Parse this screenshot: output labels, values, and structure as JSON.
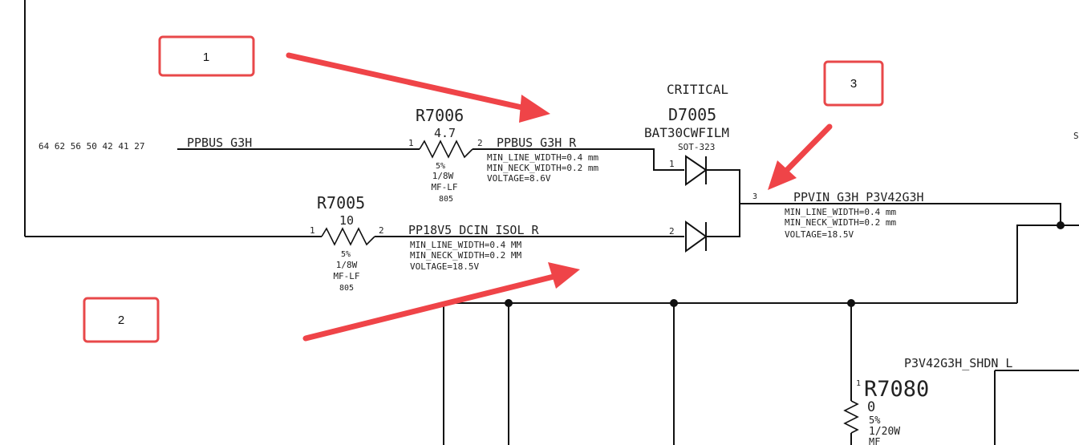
{
  "net_left": {
    "pins": "64 62 56 50 42 41 27",
    "name": "PPBUS_G3H"
  },
  "r7006": {
    "ref": "R7006",
    "value": "4.7",
    "pin1": "1",
    "pin2": "2",
    "tol": "5%",
    "power": "1/8W",
    "type": "MF-LF",
    "pkg": "805"
  },
  "net_ppbus_r": {
    "name": "PPBUS_G3H_R",
    "line1": "MIN_LINE_WIDTH=0.4 mm",
    "line2": "MIN_NECK_WIDTH=0.2 mm",
    "line3": "VOLTAGE=8.6V"
  },
  "d7005": {
    "critical": "CRITICAL",
    "ref": "D7005",
    "part": "BAT30CWFILM",
    "pkg": "SOT-323",
    "pin1": "1",
    "pin2": "2",
    "pin3": "3"
  },
  "net_ppvin": {
    "name": "PPVIN_G3H_P3V42G3H",
    "line1": "MIN_LINE_WIDTH=0.4 mm",
    "line2": "MIN_NECK_WIDTH=0.2 mm",
    "line3": "VOLTAGE=18.5V"
  },
  "r7005": {
    "ref": "R7005",
    "value": "10",
    "pin1": "1",
    "pin2": "2",
    "tol": "5%",
    "power": "1/8W",
    "type": "MF-LF",
    "pkg": "805"
  },
  "net_pp18v5": {
    "name": "PP18V5_DCIN_ISOL_R",
    "line1": "MIN_LINE_WIDTH=0.4 MM",
    "line2": "MIN_NECK_WIDTH=0.2 MM",
    "line3": "VOLTAGE=18.5V"
  },
  "net_shdn": {
    "name": "P3V42G3H_SHDN_L"
  },
  "r7080": {
    "ref": "R7080",
    "value": "0",
    "pin1": "1",
    "tol": "5%",
    "power": "1/20W",
    "type": "MF"
  },
  "edge_label": "S",
  "callouts": [
    {
      "label": "1"
    },
    {
      "label": "2"
    },
    {
      "label": "3"
    }
  ],
  "colors": {
    "callout_border": "#e8484a",
    "arrow": "#ef4448",
    "wire": "#111111"
  }
}
